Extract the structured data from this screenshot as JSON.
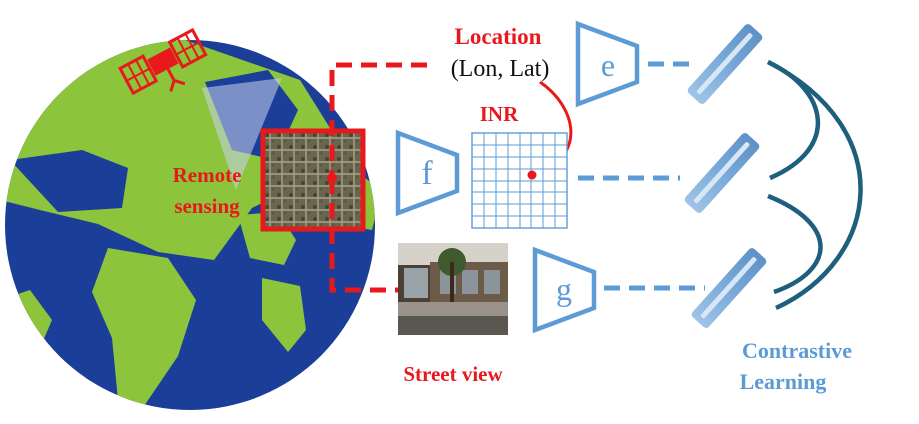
{
  "labels": {
    "location": "Location",
    "coords": "(Lon, Lat)",
    "inr": "INR",
    "remote_line1": "Remote",
    "remote_line2": "sensing",
    "street_view": "Street view",
    "contrastive_line1": "Contrastive",
    "contrastive_line2": "Learning"
  },
  "encoders": {
    "e": "e",
    "f": "f",
    "g": "g"
  },
  "icons": {
    "globe": "earth-globe-icon",
    "satellite": "satellite-icon",
    "projection_heads": "projection-head-icon"
  },
  "colors": {
    "red": "#e8191c",
    "ocean": "#1b3f99",
    "land": "#8cc43c",
    "encoder_blue": "#5d9bd6",
    "curve_teal": "#1f5f7e",
    "label_blue": "#5b9bd5"
  }
}
